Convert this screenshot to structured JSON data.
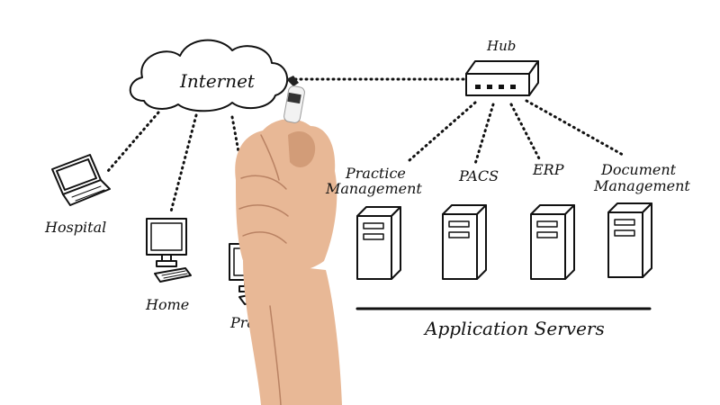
{
  "labels": {
    "internet": "Internet",
    "hub": "Hub",
    "hospital": "Hospital",
    "home": "Home",
    "practice": "Practice",
    "practice_management_line1": "Practice",
    "practice_management_line2": "Management",
    "pacs": "PACS",
    "erp": "ERP",
    "document_management_line1": "Document",
    "document_management_line2": "Management",
    "application_servers": "Application Servers"
  },
  "colors": {
    "ink": "#111111",
    "background": "#ffffff",
    "skin": "#e8b896"
  }
}
